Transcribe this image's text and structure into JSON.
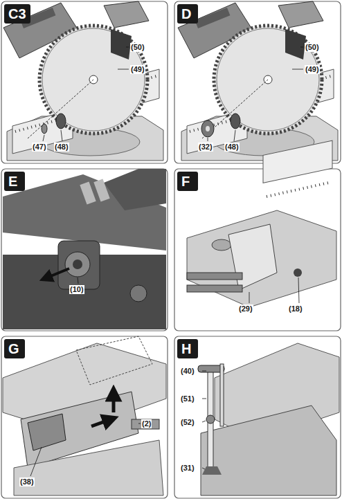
{
  "diagram": {
    "nodes": [
      {
        "text": [
          "C3"
        ]
      },
      {
        "text": [
          "D"
        ]
      },
      {
        "text": [
          "E"
        ]
      },
      {
        "text": [
          "F"
        ]
      },
      {
        "text": [
          "G"
        ]
      },
      {
        "text": [
          "H"
        ]
      }
    ],
    "labels": [
      "(50)",
      "(49)",
      "(47)",
      "(48)",
      "(50)",
      "(49)",
      "(32)",
      "(48)",
      "(10)",
      "(29)",
      "(18)",
      "(38)",
      "(2)",
      "(40)",
      "(51)",
      "(52)",
      "(31)"
    ]
  }
}
